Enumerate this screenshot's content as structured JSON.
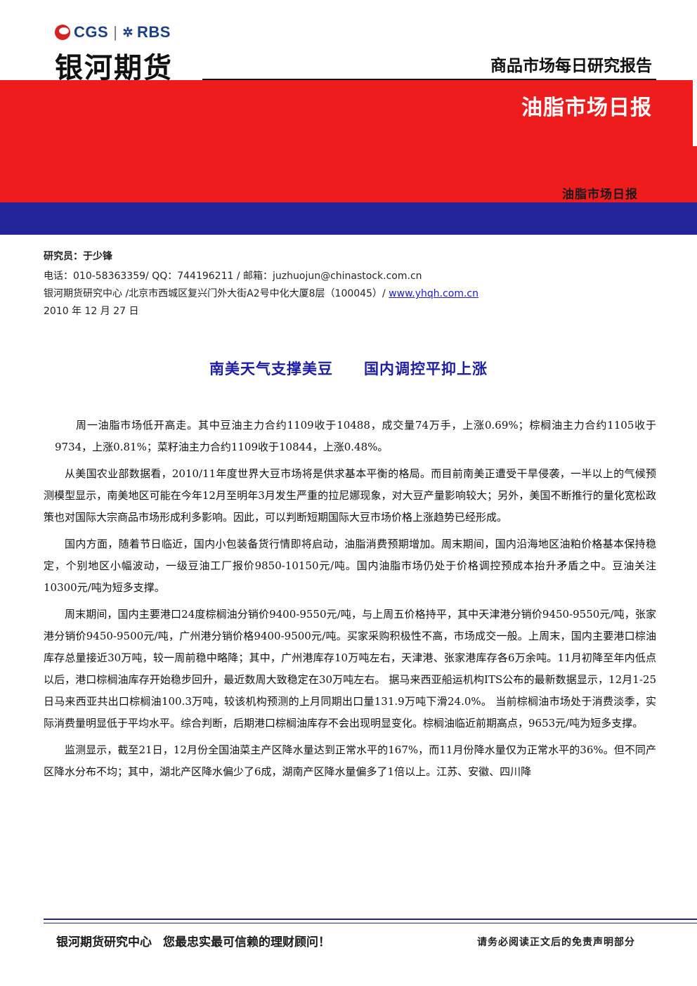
{
  "header": {
    "logo": {
      "cgs": "CGS",
      "rbs": "RBS"
    },
    "brand_name": "银河期货",
    "report_type": "商品市场每日研究报告",
    "banner_title": "油脂市场日报",
    "banner_subtitle": "油脂市场日报"
  },
  "author": {
    "researcher": "研究员：于少锋",
    "contact": "电话：010-58363359/ QQ：744196211 / 邮箱：juzhuojun@chinastock.com.cn",
    "address": "银河期货研究中心 /北京市西城区复兴门外大街A2号中化大厦8层（100045）/ ",
    "website": "www.yhqh.com.cn",
    "date": "2010 年 12 月 27 日"
  },
  "article": {
    "headline_part1": "南美天气支撑美豆",
    "headline_part2": "国内调控平抑上涨",
    "paragraphs": [
      "周一油脂市场低开高走。其中豆油主力合约1109收于10488，成交量74万手，上涨0.69%；棕榈油主力合约1105收于9734，上涨0.81%；菜籽油主力合约1109收于10844，上涨0.48%。",
      "从美国农业部数据看，2010/11年度世界大豆市场将是供求基本平衡的格局。而目前南美正遭受干旱侵袭，一半以上的气候预测模型显示，南美地区可能在今年12月至明年3月发生严重的拉尼娜现象，对大豆产量影响较大；另外，美国不断推行的量化宽松政策也对国际大宗商品市场形成利多影响。因此，可以判断短期国际大豆市场价格上涨趋势已经形成。",
      "国内方面，随着节日临近，国内小包装备货行情即将启动，油脂消费预期增加。周末期间，国内沿海地区油粕价格基本保持稳定，个别地区小幅波动，一级豆油工厂报价9850-10150元/吨。国内油脂市场仍处于价格调控预成本抬升矛盾之中。豆油关注10300元/吨为短多支撑。",
      "周末期间，国内主要港口24度棕榈油分销价9400-9550元/吨，与上周五价格持平，其中天津港分销价9450-9550元/吨，张家港分销价9450-9500元/吨，广州港分销价格9400-9500元/吨。买家采购积极性不高，市场成交一般。上周末，国内主要港口棕油库存总量接近30万吨，较一周前稳中略降；其中，广州港库存10万吨左右，天津港、张家港库存各6万余吨。11月初降至年内低点以后，港口棕榈油库存开始稳步回升，最近数周大致稳定在30万吨左右。 据马来西亚船运机构ITS公布的最新数据显示，12月1-25日马来西亚共出口棕榈油100.3万吨，较该机构预测的上月同期出口量131.9万吨下滑24.0%。 当前棕榈油市场处于消费淡季，实际消费量明显低于平均水平。综合判断，后期港口棕榈油库存不会出现明显变化。棕榈油临近前期高点，9653元/吨为短多支撑。",
      "监测显示，截至21日，12月份全国油菜主产区降水量达到正常水平的167%，而11月份降水量仅为正常水平的36%。但不同产区降水分布不均；其中，湖北产区降水偏少了6成，湖南产区降水量偏多了1倍以上。江苏、安徽、四川降"
    ]
  },
  "footer": {
    "left_part1": "银河期货研究中心",
    "left_part2": "您最忠实最可信赖的理财顾问！",
    "right": "请务必阅读正文后的免责声明部分"
  },
  "colors": {
    "brand_blue": "#1b3f8f",
    "banner_red": "#ee1c1c",
    "banner_blue": "#23239a",
    "headline_blue": "#1d1da8",
    "link_blue": "#1a1ad0"
  }
}
